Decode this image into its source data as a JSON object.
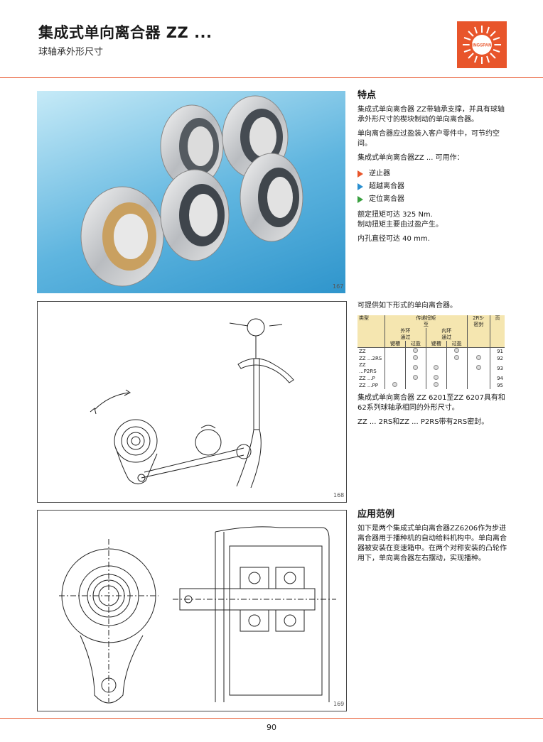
{
  "header": {
    "title": "集成式单向离合器 ZZ ...",
    "subtitle": "球轴承外形尺寸",
    "logo_text": "RINGSPANN",
    "colors": {
      "accent": "#e8552b",
      "photo_bg": "#4aa9d9"
    }
  },
  "figures": {
    "photo_no": "167",
    "drawing_no": "168",
    "example_no": "169"
  },
  "features": {
    "heading": "特点",
    "para1": "集成式单向离合器 ZZ带轴承支撑，并具有球轴承外形尺寸的楔块制动的单向离合器。",
    "para2": "单向离合器应过盈装入客户零件中，可节约空间。",
    "para3": "集成式单向离合器ZZ ... 可用作：",
    "uses": [
      {
        "label": "逆止器",
        "color": "#e8552b"
      },
      {
        "label": "超越离合器",
        "color": "#2a8fd0"
      },
      {
        "label": "定位离合器",
        "color": "#3aa040"
      }
    ],
    "torque_1": "额定扭矩可达 325 Nm.",
    "torque_2": "制动扭矩主要由过盈产生。",
    "bore": "内孔直径可达 40 mm."
  },
  "types": {
    "intro": "可提供如下形式的单向离合器。",
    "headers": {
      "type": "类型",
      "transmit": "传递扭矩",
      "to": "至",
      "outer": "外环",
      "inner": "内环",
      "via": "通过",
      "keyway": "键槽",
      "press": "过盈",
      "seal": "2RS-",
      "seal2": "密封",
      "page": "页"
    },
    "rows": [
      {
        "name": "ZZ",
        "cells": [
          false,
          true,
          false,
          true,
          false
        ],
        "page": "91"
      },
      {
        "name": "ZZ ...2RS",
        "cells": [
          false,
          true,
          false,
          true,
          true
        ],
        "page": "92"
      },
      {
        "name": "ZZ ...P2RS",
        "cells": [
          false,
          true,
          true,
          false,
          true
        ],
        "page": "93"
      },
      {
        "name": "ZZ ...P",
        "cells": [
          false,
          true,
          true,
          false,
          false
        ],
        "page": "94"
      },
      {
        "name": "ZZ ...PP",
        "cells": [
          true,
          false,
          true,
          false,
          false
        ],
        "page": "95"
      }
    ],
    "note1": "集成式单向离合器 ZZ 6201至ZZ 6207具有和62系列球轴承相同的外形尺寸。",
    "note2": "ZZ ... 2RS和ZZ ... P2RS带有2RS密封。"
  },
  "application": {
    "heading": "应用范例",
    "text": "如下是两个集成式单向离合器ZZ6206作为步进离合器用于播种机的自动给料机构中。单向离合器被安装在变速箱中。在两个对称安装的凸轮作用下，单向离合器左右摆动，实现播种。"
  },
  "footer": {
    "page_number": "90"
  }
}
